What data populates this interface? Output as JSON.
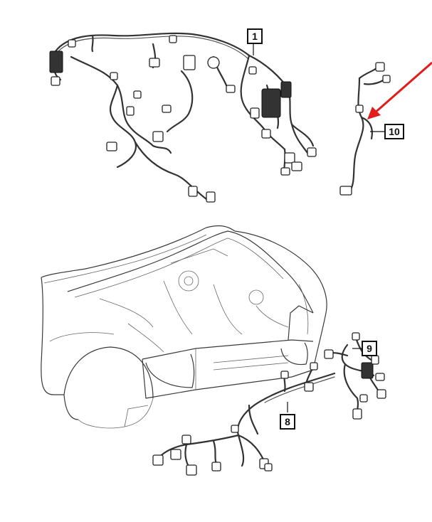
{
  "callouts": [
    {
      "id": "1",
      "label": "1"
    },
    {
      "id": "10",
      "label": "10"
    },
    {
      "id": "9",
      "label": "9"
    },
    {
      "id": "8",
      "label": "8"
    }
  ],
  "colors": {
    "arrow": "#e21b1b",
    "line": "#333333",
    "background": "#ffffff"
  }
}
